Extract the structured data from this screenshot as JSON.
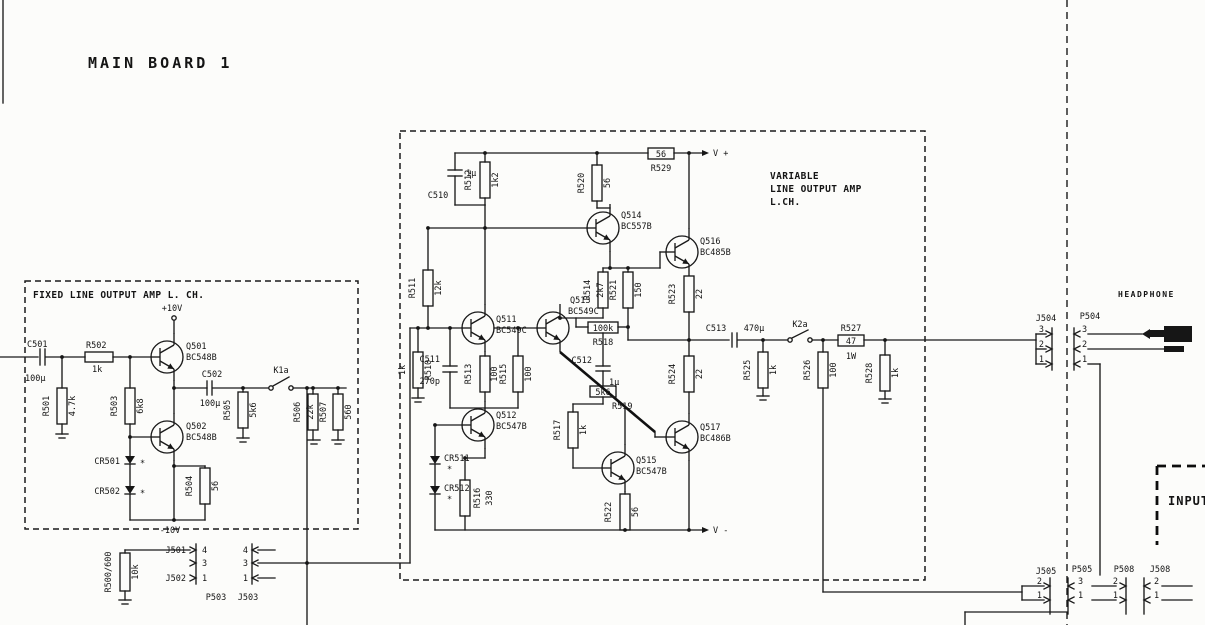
{
  "title": "MAIN BOARD 1",
  "section_labels": {
    "fixed_amp": "FIXED LINE OUTPUT AMP L. CH.",
    "variable_amp_l1": "VARIABLE",
    "variable_amp_l2": "LINE OUTPUT AMP",
    "variable_amp_l3": "L.CH.",
    "headphone": "HEADPHONE",
    "input": "INPUT"
  },
  "power_labels": {
    "p10": "+10V",
    "m10": "-10V",
    "vplus": "V +",
    "vminus": "V -"
  },
  "annotations": {
    "asterisk": "*"
  },
  "components": {
    "c501": {
      "ref": "C501",
      "value": "100µ"
    },
    "r501": {
      "ref": "R501",
      "value": "4.7k"
    },
    "r502": {
      "ref": "R502",
      "value": "1k"
    },
    "r503": {
      "ref": "R503",
      "value": "6k8"
    },
    "q501": {
      "ref": "Q501",
      "value": "BC548B"
    },
    "q502": {
      "ref": "Q502",
      "value": "BC548B"
    },
    "cr501": {
      "ref": "CR501"
    },
    "cr502": {
      "ref": "CR502"
    },
    "r504": {
      "ref": "R504",
      "value": "56"
    },
    "c502": {
      "ref": "C502",
      "value": "100µ"
    },
    "r505": {
      "ref": "R505",
      "value": "5k6"
    },
    "k1a": {
      "ref": "K1a"
    },
    "r506": {
      "ref": "R506",
      "value": "22k"
    },
    "r507": {
      "ref": "R507",
      "value": "560"
    },
    "r500": {
      "ref": "R500/600",
      "value": "10k"
    },
    "c510": {
      "ref": "C510",
      "value": "1µ"
    },
    "r512": {
      "ref": "R512",
      "value": "1k2"
    },
    "r529": {
      "ref": "R529",
      "value": "56"
    },
    "r520": {
      "ref": "R520",
      "value": "56"
    },
    "q514": {
      "ref": "Q514",
      "value": "BC557B"
    },
    "q516": {
      "ref": "Q516",
      "value": "BC485B"
    },
    "r511": {
      "ref": "R511",
      "value": "12k"
    },
    "r510": {
      "ref": "R510",
      "value": "1k"
    },
    "q511": {
      "ref": "Q511",
      "value": "BC549C"
    },
    "q513": {
      "ref": "Q513",
      "value": "BC549C"
    },
    "c511": {
      "ref": "C511",
      "value": "270p"
    },
    "r513": {
      "ref": "R513",
      "value": "100"
    },
    "r515": {
      "ref": "R515",
      "value": "100"
    },
    "r514": {
      "ref": "R514",
      "value": "2k7"
    },
    "r521": {
      "ref": "R521",
      "value": "150"
    },
    "r518": {
      "ref": "R518",
      "value": "100k"
    },
    "c512": {
      "ref": "C512",
      "value": "1µ"
    },
    "r519": {
      "ref": "R519",
      "value": "5k6"
    },
    "r517": {
      "ref": "R517",
      "value": "1k"
    },
    "q512": {
      "ref": "Q512",
      "value": "BC547B"
    },
    "cr511": {
      "ref": "CR511"
    },
    "cr512": {
      "ref": "CR512"
    },
    "r516": {
      "ref": "R516",
      "value": "330"
    },
    "q515": {
      "ref": "Q515",
      "value": "BC547B"
    },
    "r522": {
      "ref": "R522",
      "value": "56"
    },
    "q517": {
      "ref": "Q517",
      "value": "BC486B"
    },
    "r523": {
      "ref": "R523",
      "value": "22"
    },
    "r524": {
      "ref": "R524",
      "value": "22"
    },
    "c513": {
      "ref": "C513",
      "value": "470µ"
    },
    "k2a": {
      "ref": "K2a"
    },
    "r525": {
      "ref": "R525",
      "value": "1k"
    },
    "r527": {
      "ref": "R527",
      "value": "47",
      "power": "1W"
    },
    "r526": {
      "ref": "R526",
      "value": "100"
    },
    "r528": {
      "ref": "R528",
      "value": "1k"
    }
  },
  "connectors": {
    "j501": "J501",
    "j502": "J502",
    "p503": "P503",
    "j503": "J503",
    "j504": "J504",
    "p504": "P504",
    "j505": "J505",
    "p505": "P505",
    "p508": "P508",
    "j508": "J508",
    "j501_pins": [
      "4",
      "3",
      "1"
    ],
    "j503_pins": [
      "4",
      "3",
      "1"
    ],
    "j504_pins": [
      "3",
      "2",
      "1"
    ],
    "p504_pins": [
      "3",
      "2",
      "1"
    ],
    "j505_pins": [
      "2",
      "1"
    ],
    "p505_pins": [
      "3",
      "1"
    ],
    "p508_pins": [
      "2",
      "1"
    ],
    "j508_pins": [
      "2",
      "1"
    ]
  }
}
